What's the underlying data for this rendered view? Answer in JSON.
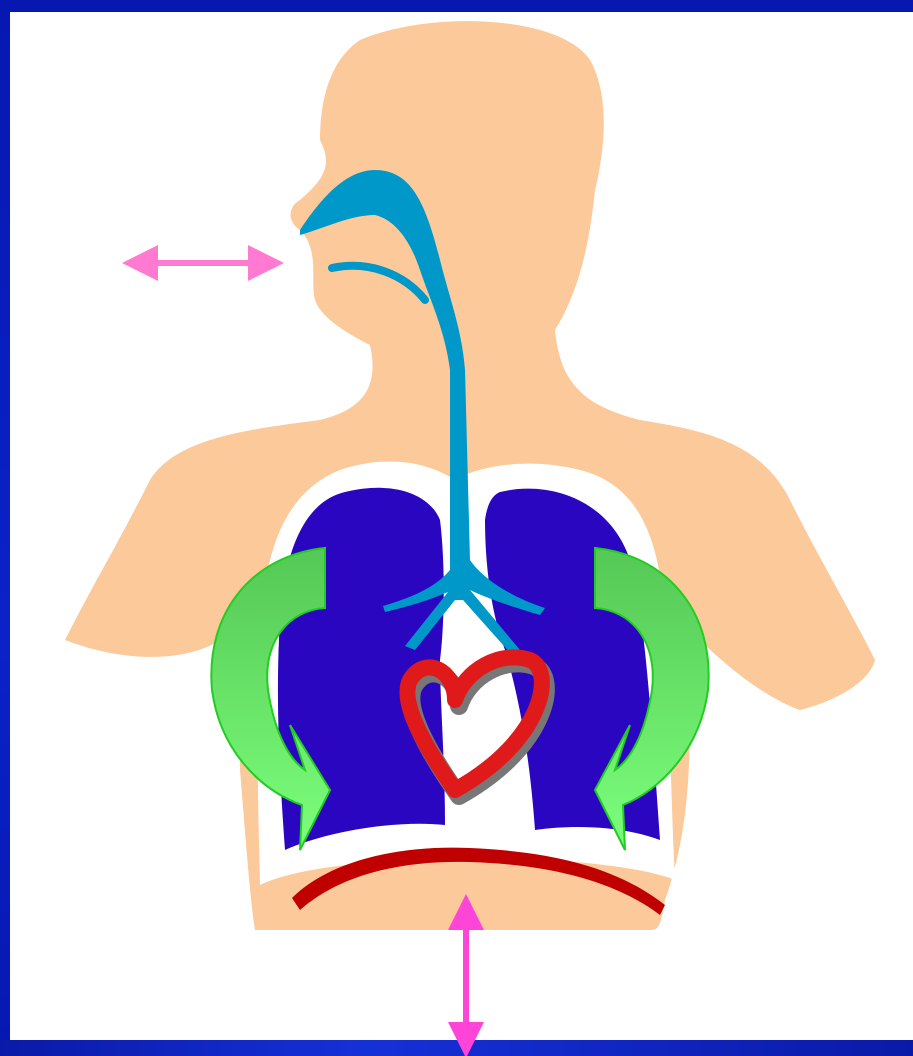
{
  "diagram": {
    "subject": "respiratory-system",
    "colors": {
      "background_border": "#0a1aa8",
      "canvas": "#ffffff",
      "body": "#fcc99a",
      "airway": "#0097c9",
      "lungs": "#2a06c0",
      "pleura": "#ffffff",
      "heart": "#e01a1a",
      "diaphragm": "#c00000",
      "flow_arrow": "#66f066",
      "breath_arrow": "#ff7ad0",
      "movement_arrow": "#ff44d8"
    },
    "icons": [
      "body-silhouette",
      "airway-trachea",
      "left-lung",
      "right-lung",
      "heart-icon",
      "diaphragm",
      "curved-arrow-icon",
      "double-arrow-icon"
    ]
  }
}
